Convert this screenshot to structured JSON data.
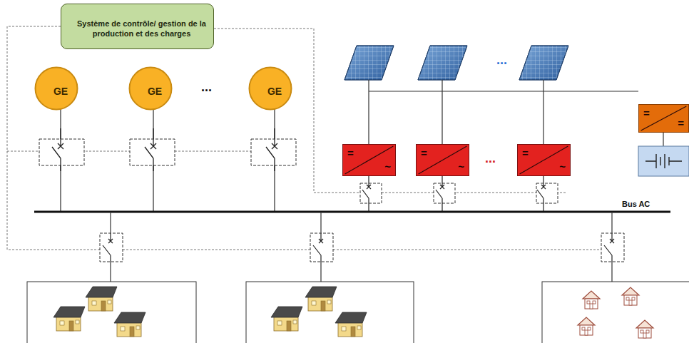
{
  "diagram": {
    "nodes": [
      {
        "text": [
          "Système de contrôle/ gestion de la production et des charges"
        ]
      },
      {
        "text": [
          "GE"
        ]
      },
      {
        "text": [
          "GE"
        ]
      },
      {
        "text": [
          "GE"
        ]
      },
      {
        "text": [
          "=",
          "~"
        ]
      },
      {
        "text": [
          "=",
          "~"
        ]
      },
      {
        "text": [
          "=",
          "~"
        ]
      },
      {
        "text": [
          "=",
          "="
        ]
      }
    ],
    "labels": [
      "...",
      "...",
      "...",
      "Bus AC"
    ]
  }
}
